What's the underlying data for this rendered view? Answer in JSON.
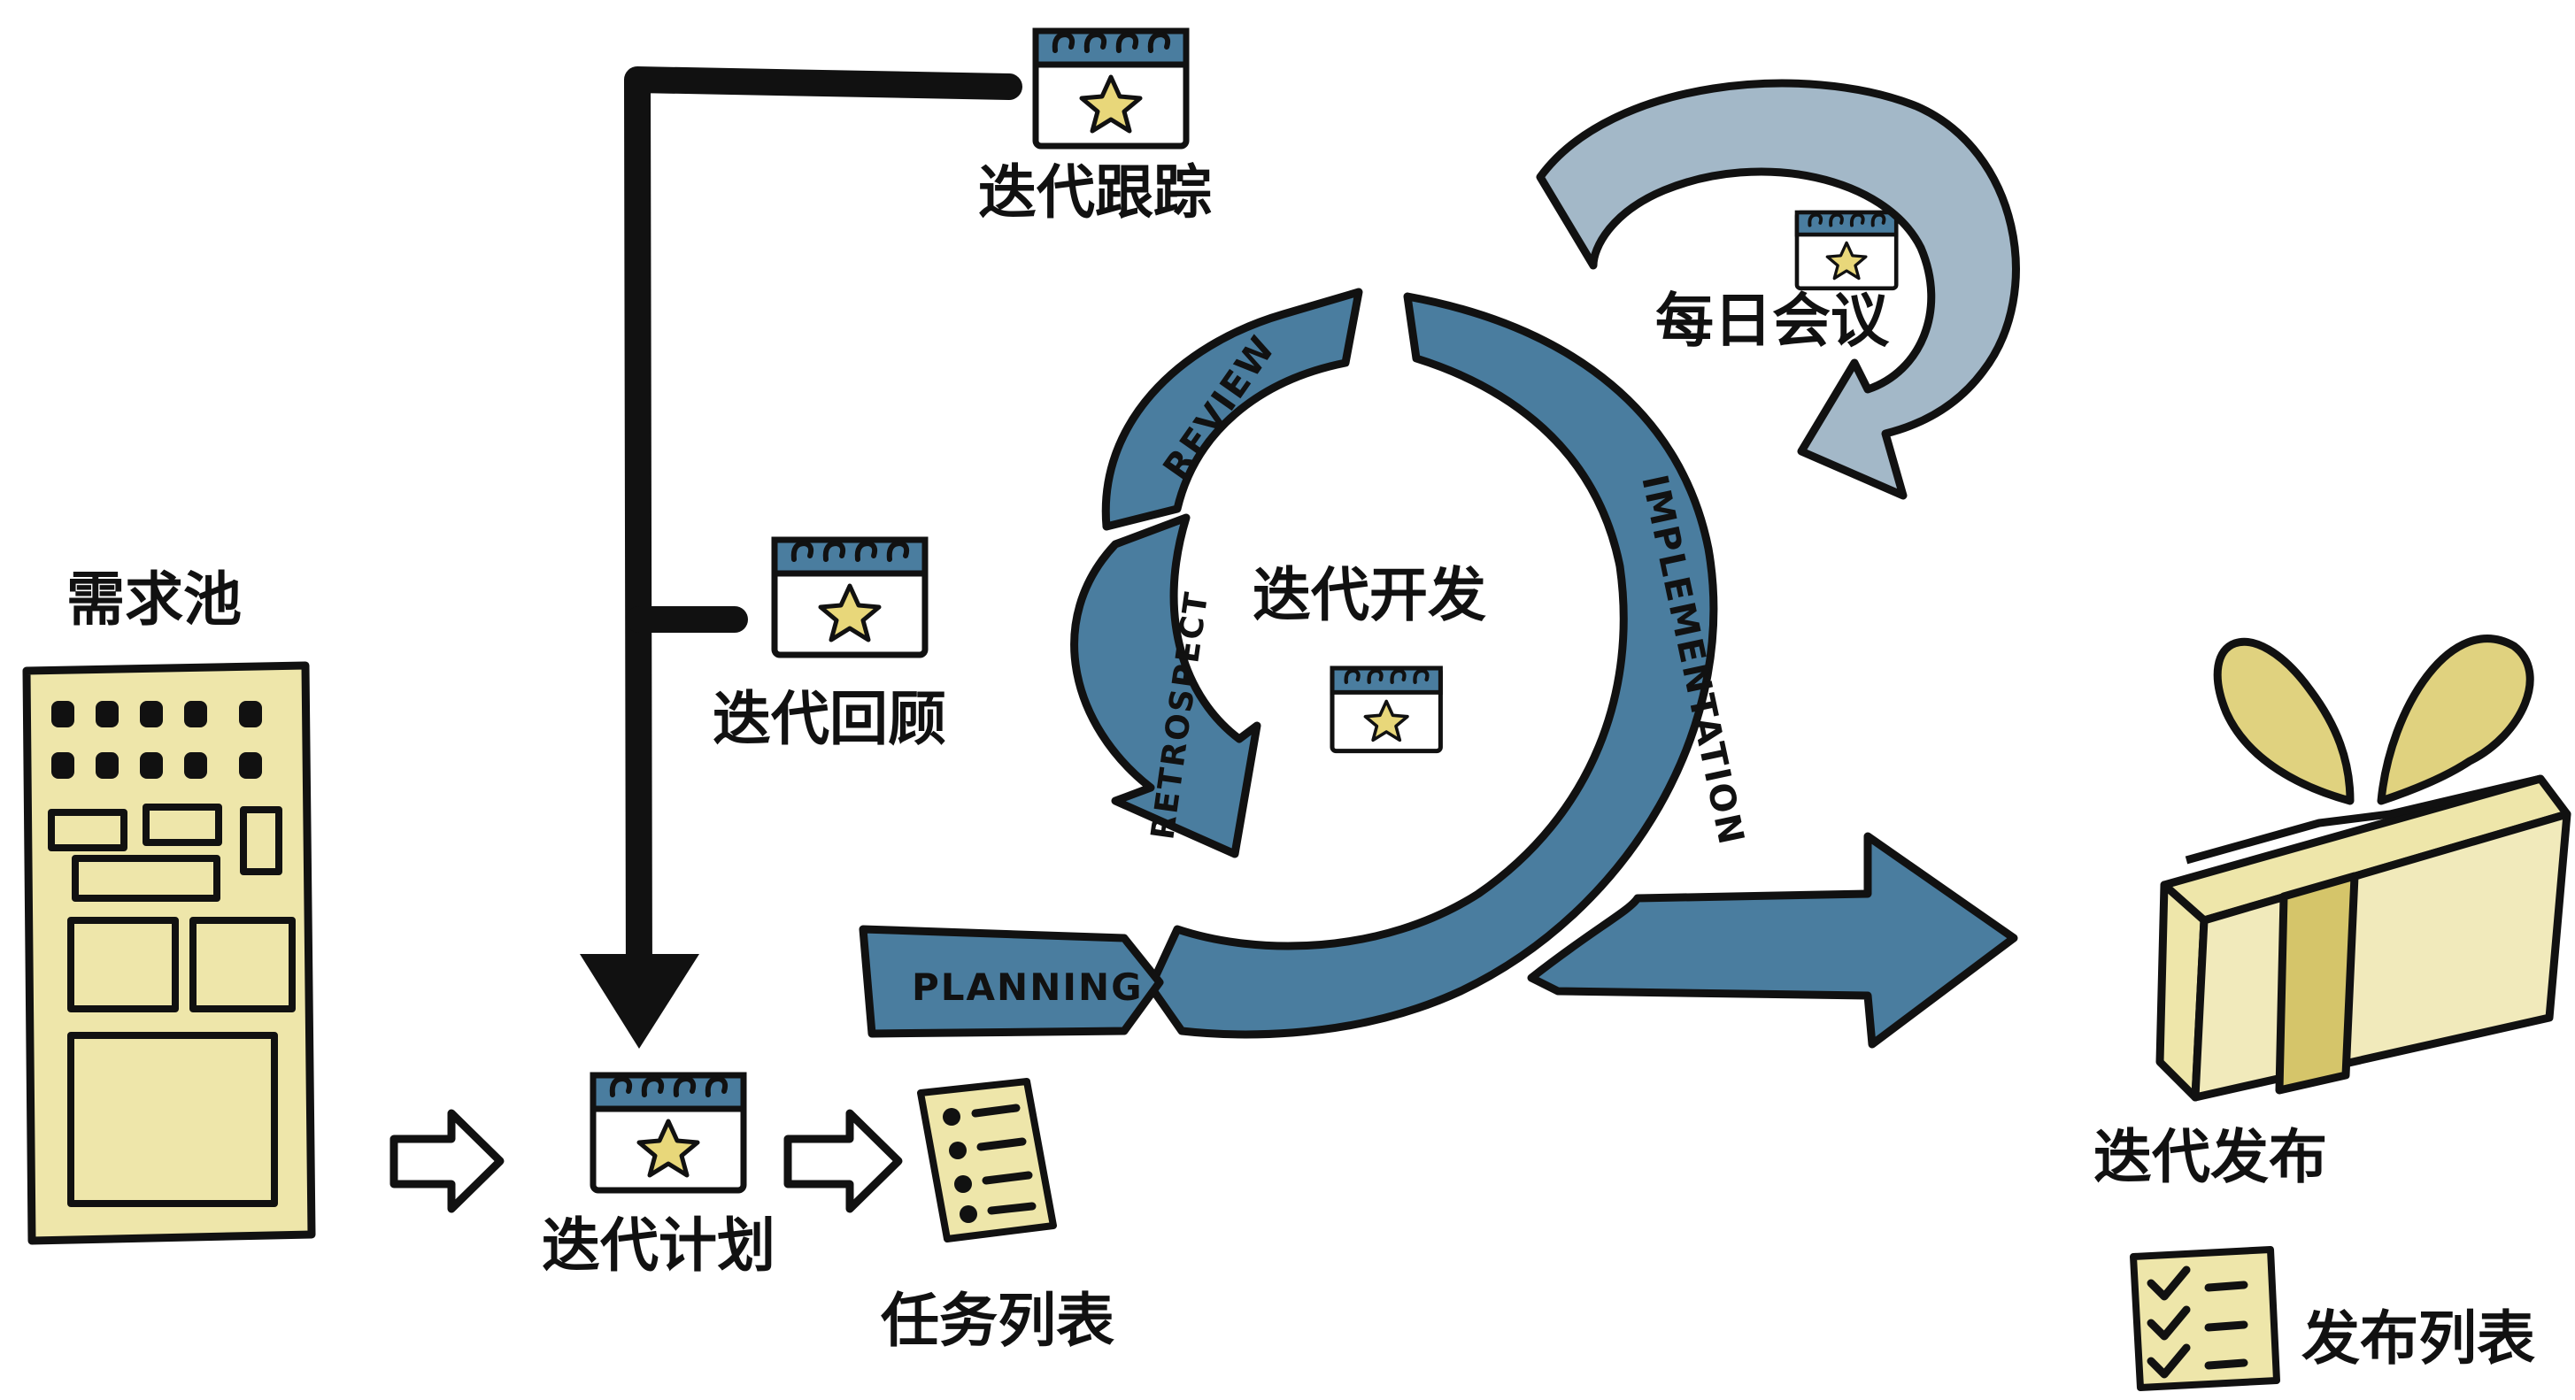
{
  "labels": {
    "backlog": "需求池",
    "sprint_planning": "迭代计划",
    "task_list": "任务列表",
    "sprint_tracking": "迭代跟踪",
    "sprint_retro": "迭代回顾",
    "sprint_dev": "迭代开发",
    "daily_meeting": "每日会议",
    "sprint_release": "迭代发布",
    "release_list": "发布列表"
  },
  "cycle_labels": {
    "planning": "PLANNING",
    "implementation": "IMPLEMENTATION",
    "review": "REVIEW",
    "retrospect": "RETROSPECT"
  },
  "icons": {
    "calendar": "calendar-star-icon",
    "checklist": "checklist-icon",
    "gift": "gift-box-icon",
    "backlog_board": "backlog-board-icon"
  },
  "colors": {
    "cycle_blue": "#4a7d9f",
    "loop_grey_blue": "#a3b8c8",
    "paper_yellow": "#eee6aa",
    "star_yellow": "#e8d77a",
    "outline": "#111111"
  }
}
